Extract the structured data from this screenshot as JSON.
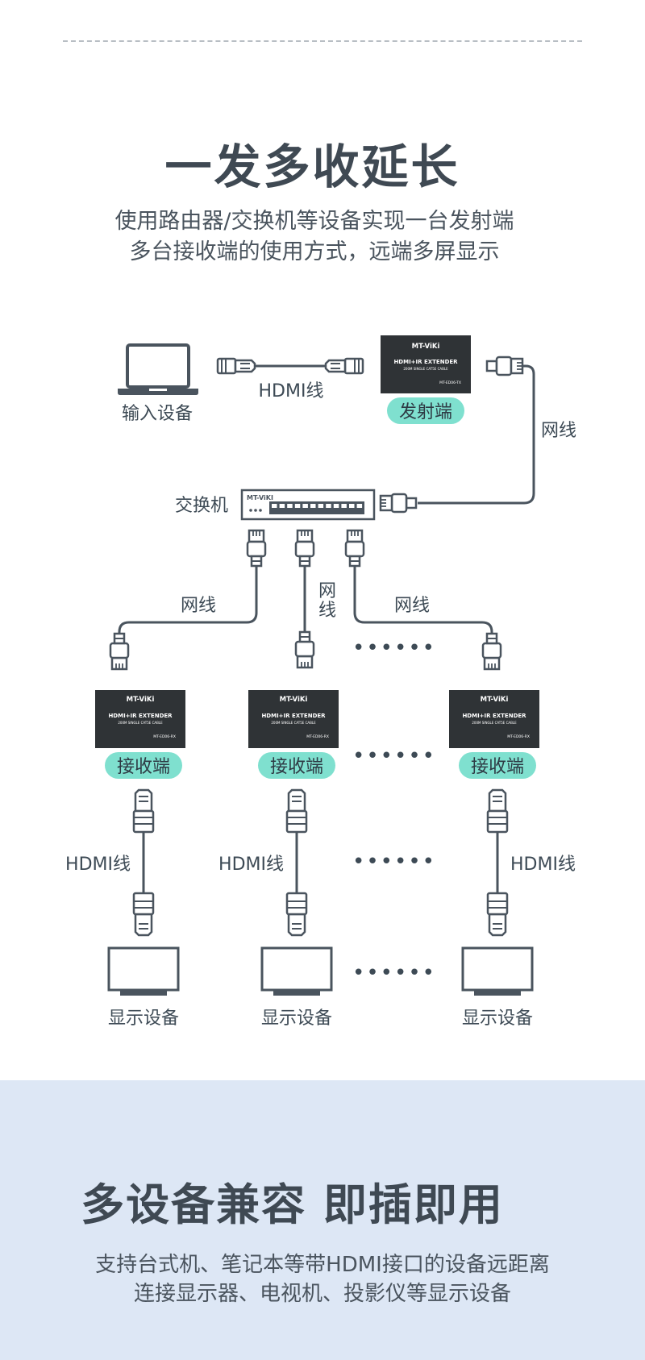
{
  "header": {
    "title": "一发多收延长",
    "subtitle_line1": "使用路由器/交换机等设备实现一台发射端",
    "subtitle_line2": "多台接收端的使用方式，远端多屏显示"
  },
  "diagram": {
    "input_label": "输入设备",
    "hdmi_cable_label": "HDMI线",
    "transmitter_label": "发射端",
    "network_cable_label": "网线",
    "switch_label": "交换机",
    "switch_brand": "MT-ViKI",
    "device_brand": "MT-ViKi",
    "device_product": "HDMI+IR EXTENDER",
    "device_desc": "200M SINGLE CAT5E CABLE",
    "tx_model": "MT-ED06-TX",
    "rx_model": "MT-ED06-RX",
    "receiver_label": "接收端",
    "display_label": "显示设备",
    "ellipsis": "••••••",
    "network_cable_vertical_1": "网",
    "network_cable_vertical_2": "线"
  },
  "footer": {
    "title": "多设备兼容 即插即用",
    "line1": "支持台式机、笔记本等带HDMI接口的设备远距离",
    "line2": "连接显示器、电视机、投影仪等显示设备"
  },
  "colors": {
    "accent_pill": "#7fe0cf",
    "device_body": "#2f3336",
    "line": "#4a545e",
    "bottom_bg": "#dde7f5"
  }
}
